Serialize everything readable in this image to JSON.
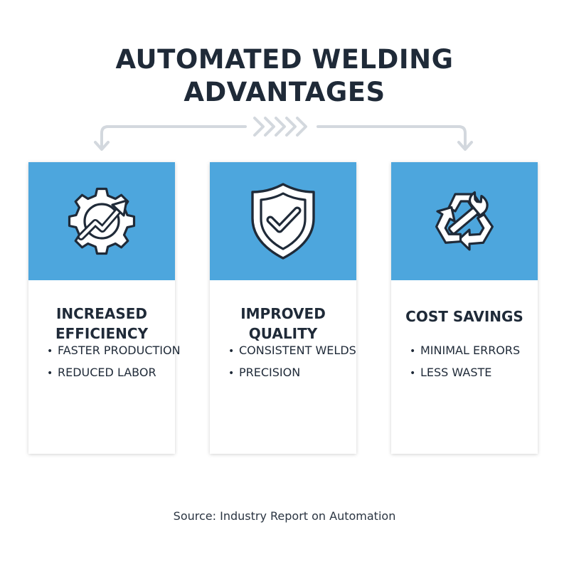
{
  "title": {
    "line1": "AUTOMATED WELDING",
    "line2": "ADVANTAGES"
  },
  "colors": {
    "accent": "#4da6dd",
    "text": "#1f2a38",
    "connector": "#d3d8de"
  },
  "cards": [
    {
      "icon": "gear-growth-arrow-icon",
      "title_lines": [
        "INCREASED",
        "EFFICIENCY"
      ],
      "bullets": [
        "FASTER PRODUCTION",
        "REDUCED LABOR"
      ]
    },
    {
      "icon": "shield-check-icon",
      "title_lines": [
        "IMPROVED",
        "QUALITY"
      ],
      "bullets": [
        "CONSISTENT WELDS",
        "PRECISION"
      ]
    },
    {
      "icon": "recycle-wrench-icon",
      "title_lines": [
        "COST SAVINGS"
      ],
      "bullets": [
        "MINIMAL ERRORS",
        "LESS WASTE"
      ]
    }
  ],
  "source": "Source: Industry Report on Automation"
}
